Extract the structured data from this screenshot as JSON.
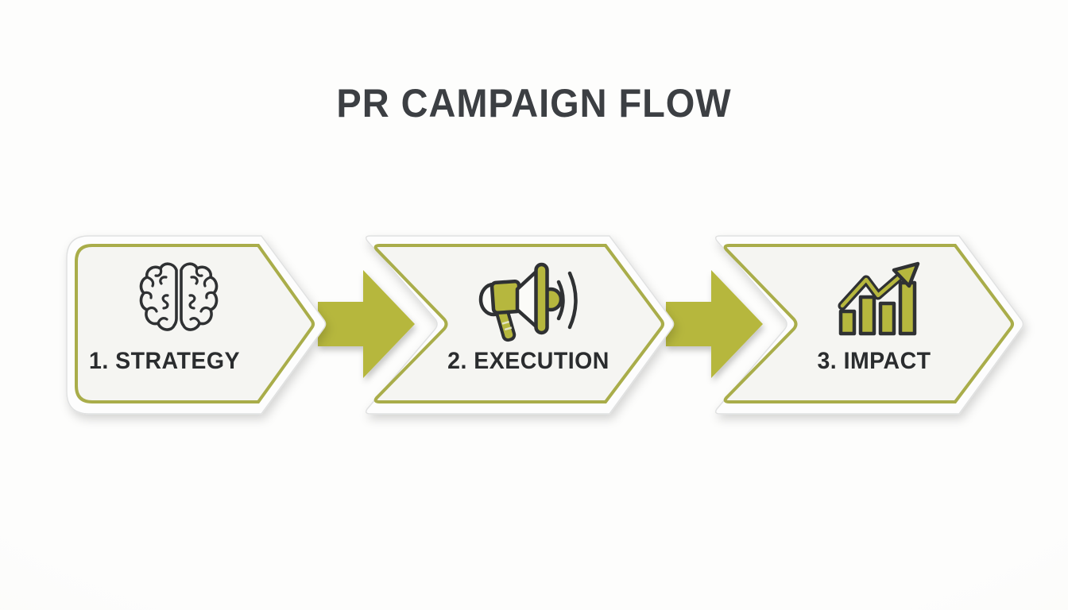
{
  "title": "PR CAMPAIGN FLOW",
  "steps": [
    {
      "label": "1. STRATEGY",
      "icon": "brain-icon"
    },
    {
      "label": "2. EXECUTION",
      "icon": "megaphone-icon"
    },
    {
      "label": "3. IMPACT",
      "icon": "growth-chart-icon"
    }
  ],
  "connectors": [
    {
      "icon": "arrow-right-icon"
    },
    {
      "icon": "arrow-right-icon"
    }
  ],
  "colors": {
    "accent_olive": "#b6b73e",
    "border_olive": "#a9ad4a",
    "card_interior": "#f5f5f2",
    "card_rim": "#fdfdfd",
    "card_edge": "#e0e1e1",
    "title_text": "#3c3f43",
    "label_text": "#2a2c2e",
    "icon_stroke": "#2f3133",
    "background": "#fcfcfb"
  }
}
